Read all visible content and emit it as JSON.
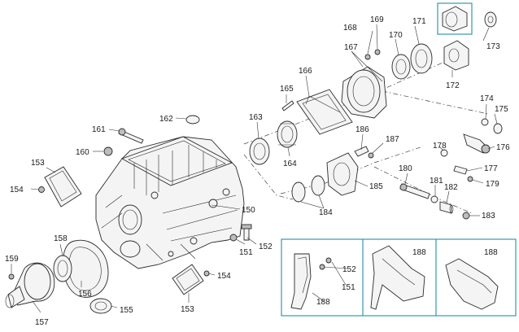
{
  "colors": {
    "highlight": "#1f8fa8",
    "line": "#2a2a2a",
    "fill": "#f4f4f4",
    "text": "#1a1a1a"
  },
  "labels": {
    "l150": "150",
    "l151a": "151",
    "l151b": "151",
    "l152a": "152",
    "l152b": "152",
    "l153a": "153",
    "l153b": "153",
    "l154a": "154",
    "l154b": "154",
    "l155": "155",
    "l156": "156",
    "l157": "157",
    "l158": "158",
    "l159": "159",
    "l160": "160",
    "l161": "161",
    "l162": "162",
    "l163": "163",
    "l164": "164",
    "l165": "165",
    "l166": "166",
    "l167": "167",
    "l168": "168",
    "l169": "169",
    "l170": "170",
    "l171": "171",
    "l172": "172",
    "l173": "173",
    "l174": "174",
    "l175": "175",
    "l176": "176",
    "l177": "177",
    "l178": "178",
    "l179": "179",
    "l180": "180",
    "l181": "181",
    "l182": "182",
    "l183": "183",
    "l184": "184",
    "l185": "185",
    "l186": "186",
    "l187": "187",
    "l188a": "188",
    "l188b": "188",
    "l188c": "188"
  }
}
